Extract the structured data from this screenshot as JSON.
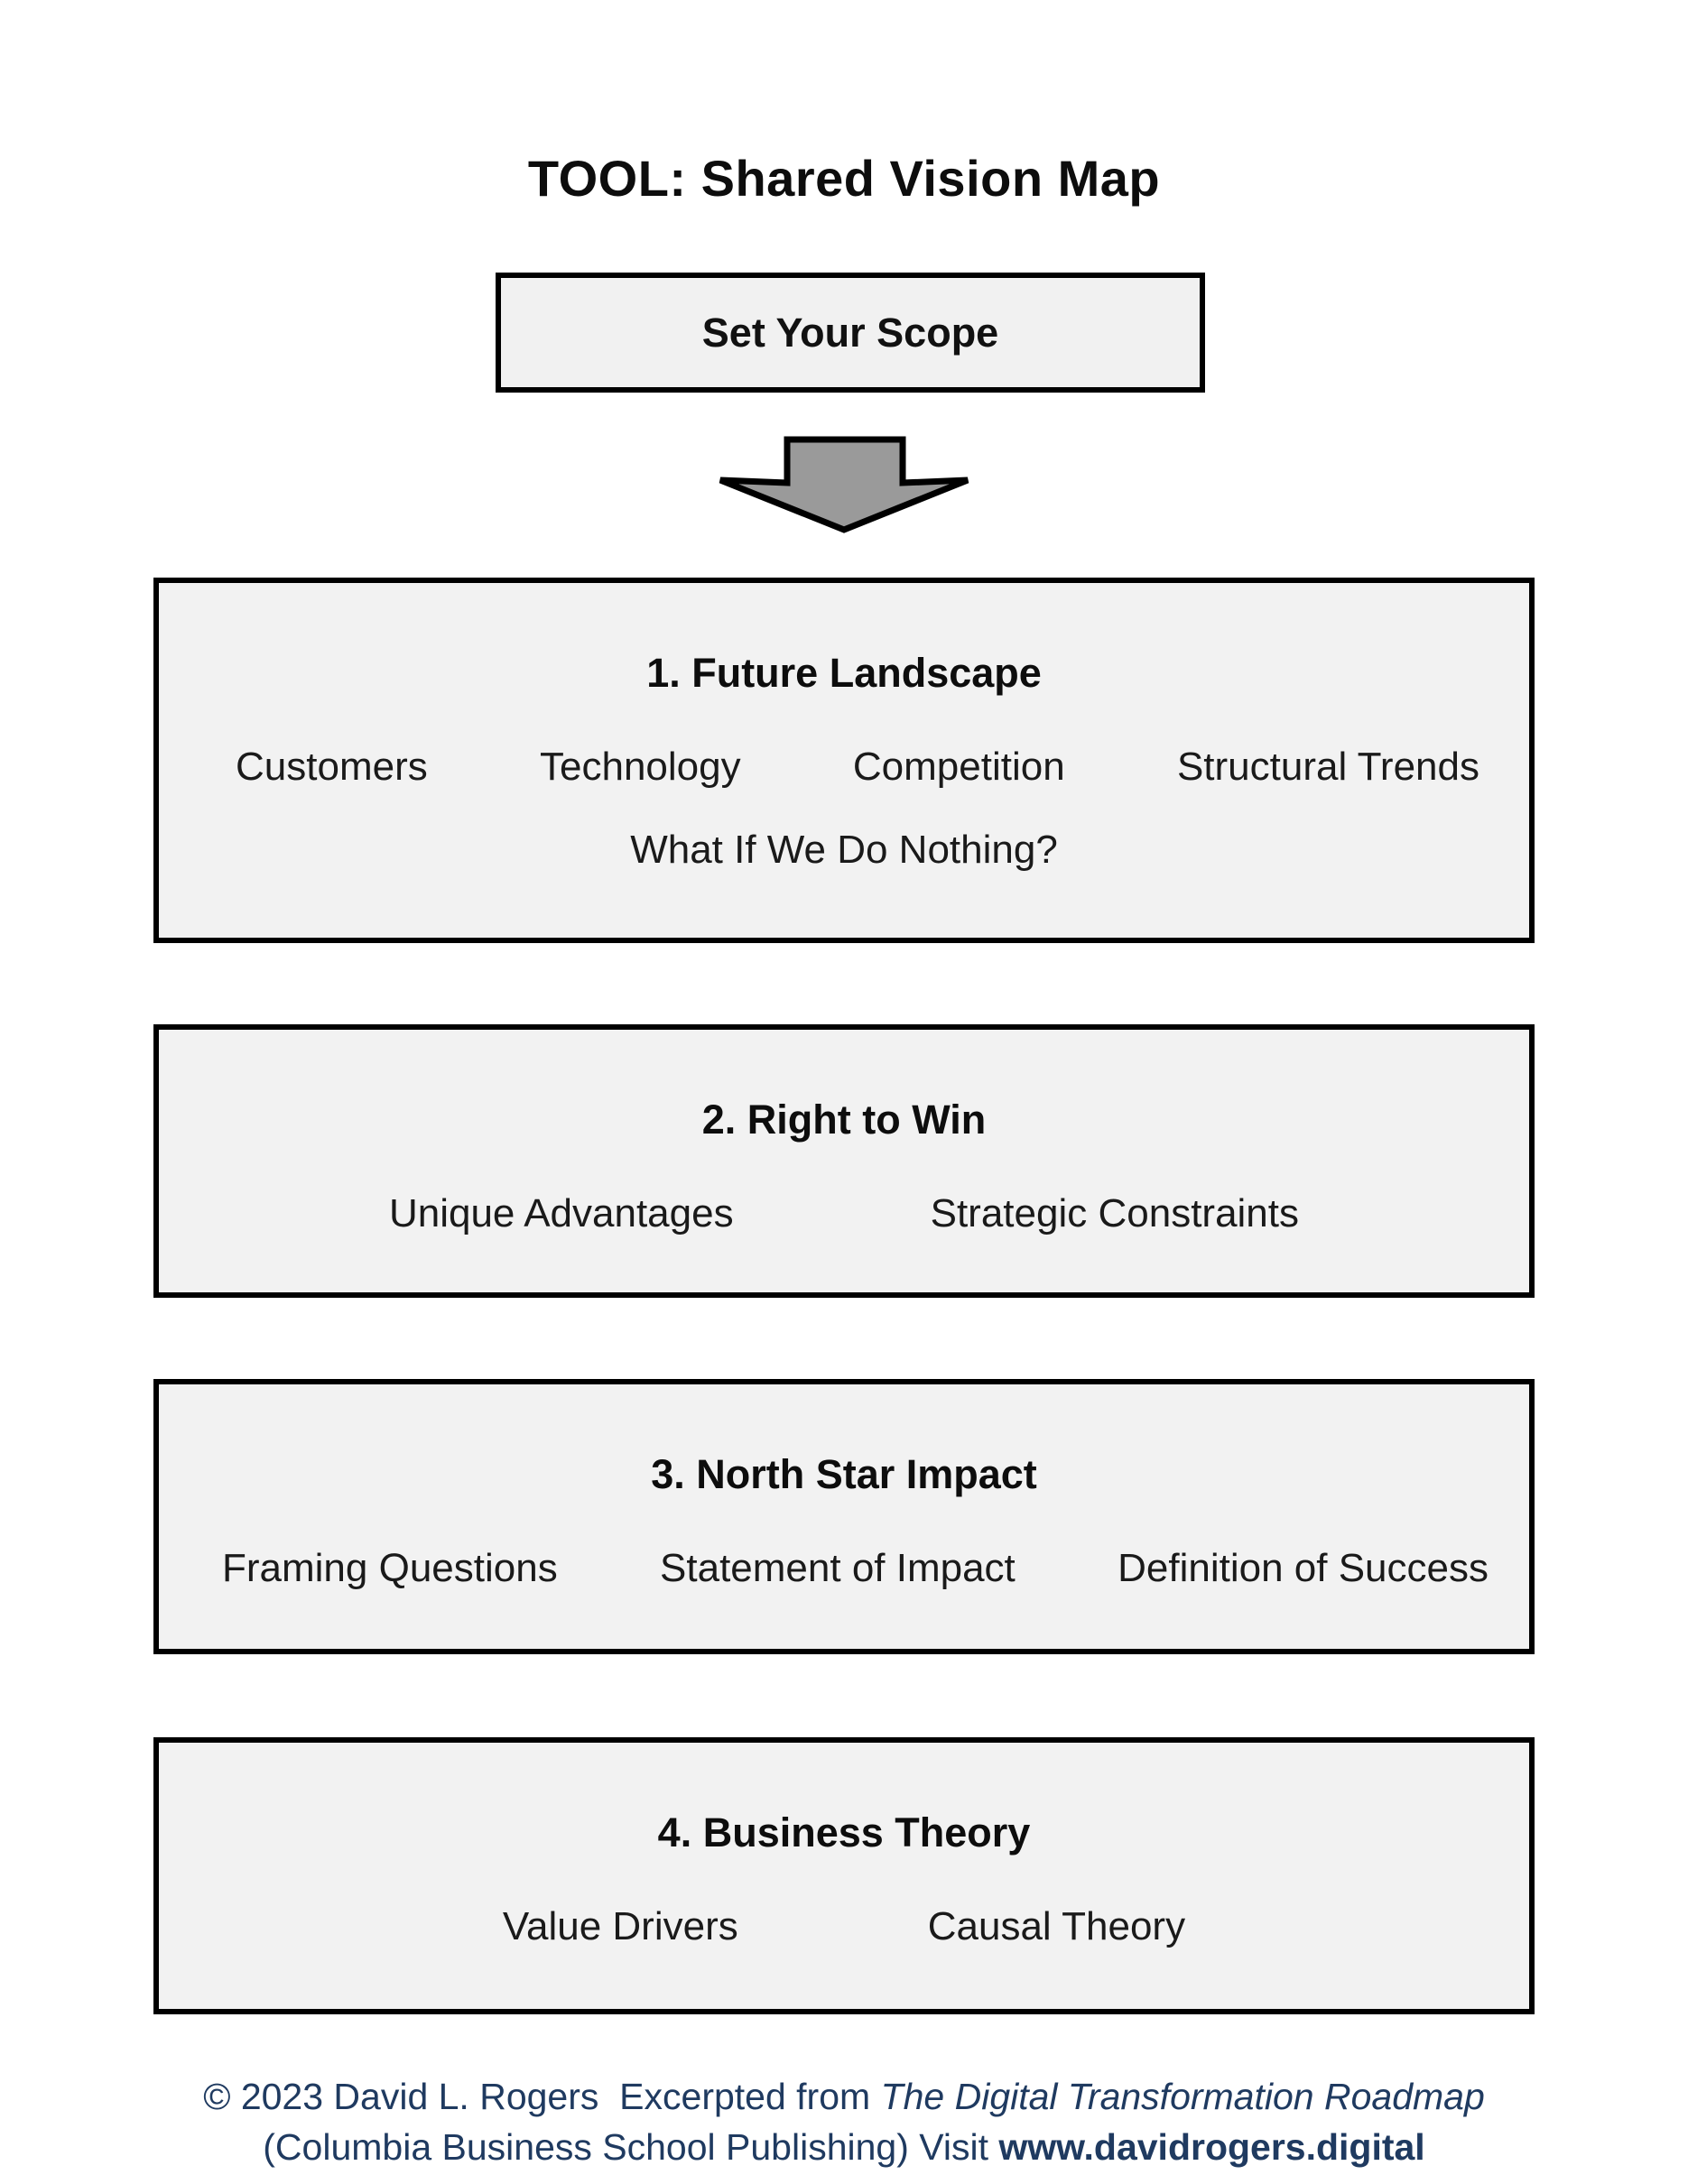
{
  "page": {
    "title": "TOOL: Shared Vision Map"
  },
  "scope_box": {
    "label": "Set Your Scope"
  },
  "arrow": {
    "icon": "down-arrow-icon",
    "fill": "#9a9a9a",
    "stroke": "#000000"
  },
  "sections": [
    {
      "title": "1. Future Landscape",
      "rows": [
        [
          "Customers",
          "Technology",
          "Competition",
          "Structural Trends"
        ],
        [
          "What If We Do Nothing?"
        ]
      ]
    },
    {
      "title": "2. Right to Win",
      "rows": [
        [
          "Unique Advantages",
          "Strategic Constraints"
        ]
      ]
    },
    {
      "title": "3. North Star Impact",
      "rows": [
        [
          "Framing Questions",
          "Statement of Impact",
          "Definition of Success"
        ]
      ]
    },
    {
      "title": "4. Business Theory",
      "rows": [
        [
          "Value Drivers",
          "Causal Theory"
        ]
      ]
    }
  ],
  "footer": {
    "line1_prefix": "© 2023 David L. Rogers  Excerpted from ",
    "line1_italic": "The Digital Transformation Roadmap",
    "line2_prefix": "(Columbia Business School Publishing) Visit ",
    "line2_bold": "www.davidrogers.digital"
  },
  "colors": {
    "box_fill": "#f2f2f2",
    "box_border": "#000000",
    "arrow_fill": "#9a9a9a",
    "footer_text": "#1f3a60",
    "title_text": "#0d0d0d"
  }
}
